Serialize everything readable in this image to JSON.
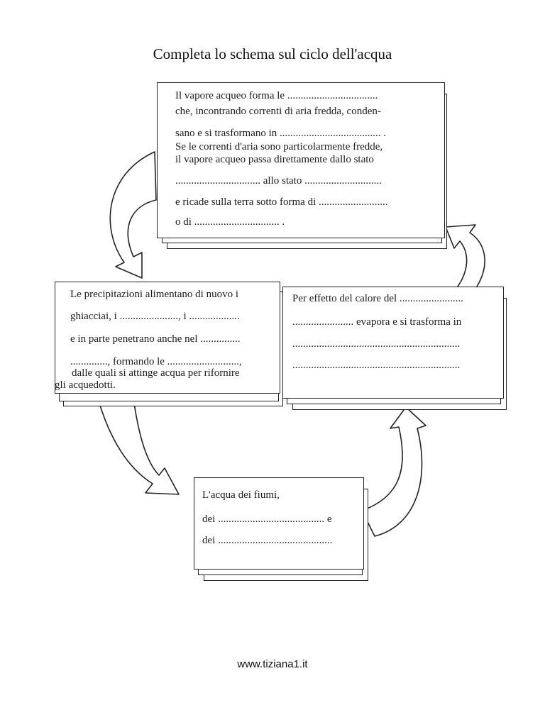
{
  "title": "Completa lo schema sul ciclo dell'acqua",
  "boxes": {
    "top": {
      "lines": [
        "Il vapore acqueo forma le ..................................",
        "che, incontrando correnti di aria fredda, conden-",
        "sano e si trasformano in ...................................... .",
        "Se le correnti d'aria sono particolarmente fredde,",
        "il vapore acqueo passa direttamente dallo stato",
        "................................ allo stato .............................",
        "e ricade sulla terra sotto forma di ..........................",
        "o di ................................ ."
      ]
    },
    "left": {
      "lines": [
        "Le precipitazioni alimentano di nuovo i",
        "ghiacciai, i ......................, i ...................",
        "e in parte penetrano anche nel ...............",
        ".............., formando le ...........................,",
        "dalle quali si attinge acqua per rifornire",
        "gli acquedotti."
      ]
    },
    "right": {
      "lines": [
        "Per effetto del calore del ........................",
        "....................... evapora e si trasforma in",
        "...............................................................",
        "..............................................................."
      ]
    },
    "bottom": {
      "lines": [
        "L'acqua dei fiumi,",
        "dei ........................................ e",
        "dei ..........................................."
      ]
    }
  },
  "footer": "www.tiziana1.it"
}
